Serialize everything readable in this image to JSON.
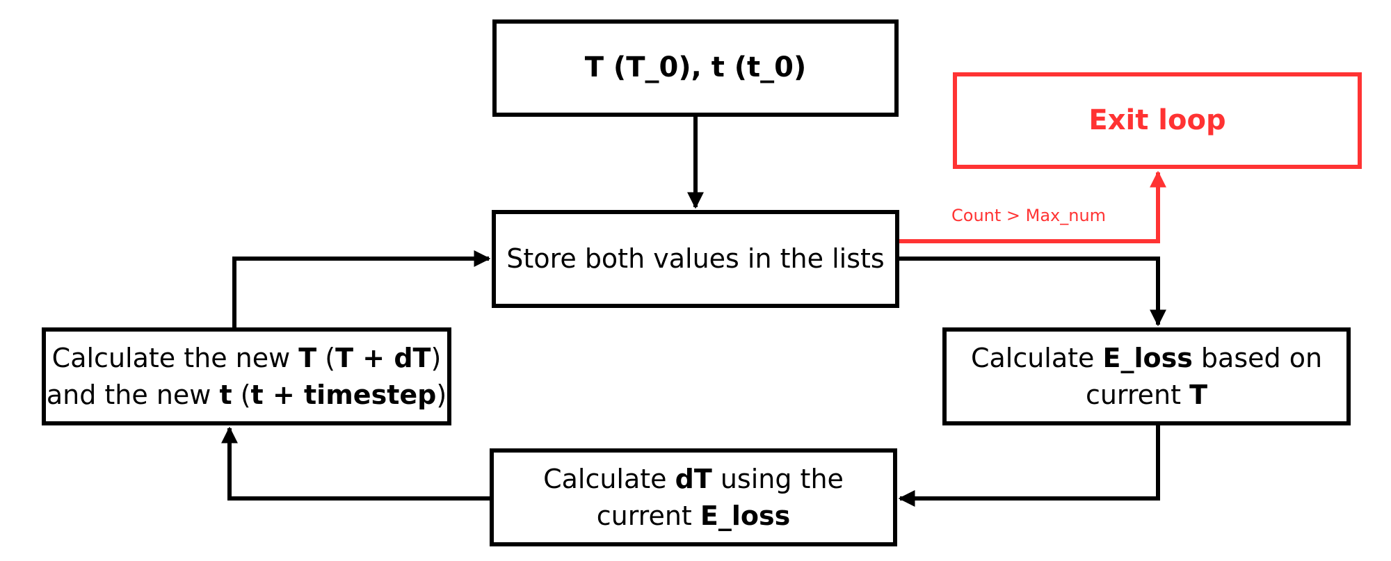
{
  "diagram": {
    "colors": {
      "stroke": "#000000",
      "exit_accent": "#ff3333",
      "background": "#ffffff"
    },
    "nodes": {
      "start": {
        "text": "T (T_0), t (t_0)"
      },
      "exit": {
        "text": "Exit loop"
      },
      "store": {
        "text": "Store both values in the lists"
      },
      "eloss": {
        "line1_a": "Calculate ",
        "line1_b": "E_loss",
        "line1_c": " based on",
        "line2_a": "current ",
        "line2_b": "T"
      },
      "update": {
        "line1_a": "Calculate the new ",
        "line1_b": "T",
        "line1_c": " (",
        "line1_d": "T + dT",
        "line1_e": ")",
        "line2_a": "and the new ",
        "line2_b": "t",
        "line2_c": " (",
        "line2_d": "t + timestep",
        "line2_e": ")"
      },
      "dt": {
        "line1_a": "Calculate ",
        "line1_b": "dT",
        "line1_c": " using the",
        "line2_a": "current ",
        "line2_b": "E_loss"
      }
    },
    "edges": {
      "exit_condition": "Count > Max_num"
    }
  }
}
